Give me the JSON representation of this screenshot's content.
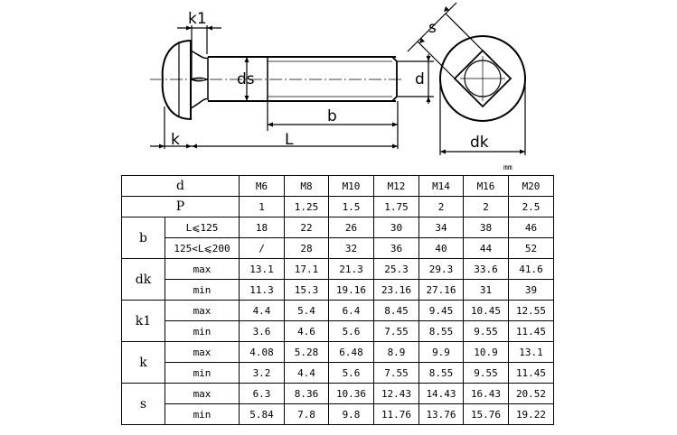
{
  "drawing_labels": {
    "k1": "k1",
    "ds": "ds",
    "d": "d",
    "b": "b",
    "k": "k",
    "L": "L",
    "s": "s",
    "dk": "dk"
  },
  "unit": "mm",
  "table": {
    "header_label": "d",
    "sizes": [
      "M6",
      "M8",
      "M10",
      "M12",
      "M14",
      "M16",
      "M20"
    ],
    "p_label": "P",
    "p_values": [
      "1",
      "1.25",
      "1.5",
      "1.75",
      "2",
      "2",
      "2.5"
    ],
    "b_label": "b",
    "b_rows": [
      {
        "cond": "L⩽125",
        "values": [
          "18",
          "22",
          "26",
          "30",
          "34",
          "38",
          "46"
        ]
      },
      {
        "cond": "125<L⩽200",
        "values": [
          "/",
          "28",
          "32",
          "36",
          "40",
          "44",
          "52"
        ]
      }
    ],
    "groups": [
      {
        "label": "dk",
        "rows": [
          {
            "sub": "max",
            "values": [
              "13.1",
              "17.1",
              "21.3",
              "25.3",
              "29.3",
              "33.6",
              "41.6"
            ]
          },
          {
            "sub": "min",
            "values": [
              "11.3",
              "15.3",
              "19.16",
              "23.16",
              "27.16",
              "31",
              "39"
            ]
          }
        ]
      },
      {
        "label": "k1",
        "rows": [
          {
            "sub": "max",
            "values": [
              "4.4",
              "5.4",
              "6.4",
              "8.45",
              "9.45",
              "10.45",
              "12.55"
            ]
          },
          {
            "sub": "min",
            "values": [
              "3.6",
              "4.6",
              "5.6",
              "7.55",
              "8.55",
              "9.55",
              "11.45"
            ]
          }
        ]
      },
      {
        "label": "k",
        "rows": [
          {
            "sub": "max",
            "values": [
              "4.08",
              "5.28",
              "6.48",
              "8.9",
              "9.9",
              "10.9",
              "13.1"
            ]
          },
          {
            "sub": "min",
            "values": [
              "3.2",
              "4.4",
              "5.6",
              "7.55",
              "8.55",
              "9.55",
              "11.45"
            ]
          }
        ]
      },
      {
        "label": "s",
        "rows": [
          {
            "sub": "max",
            "values": [
              "6.3",
              "8.36",
              "10.36",
              "12.43",
              "14.43",
              "16.43",
              "20.52"
            ]
          },
          {
            "sub": "min",
            "values": [
              "5.84",
              "7.8",
              "9.8",
              "11.76",
              "13.76",
              "15.76",
              "19.22"
            ]
          }
        ]
      }
    ]
  }
}
